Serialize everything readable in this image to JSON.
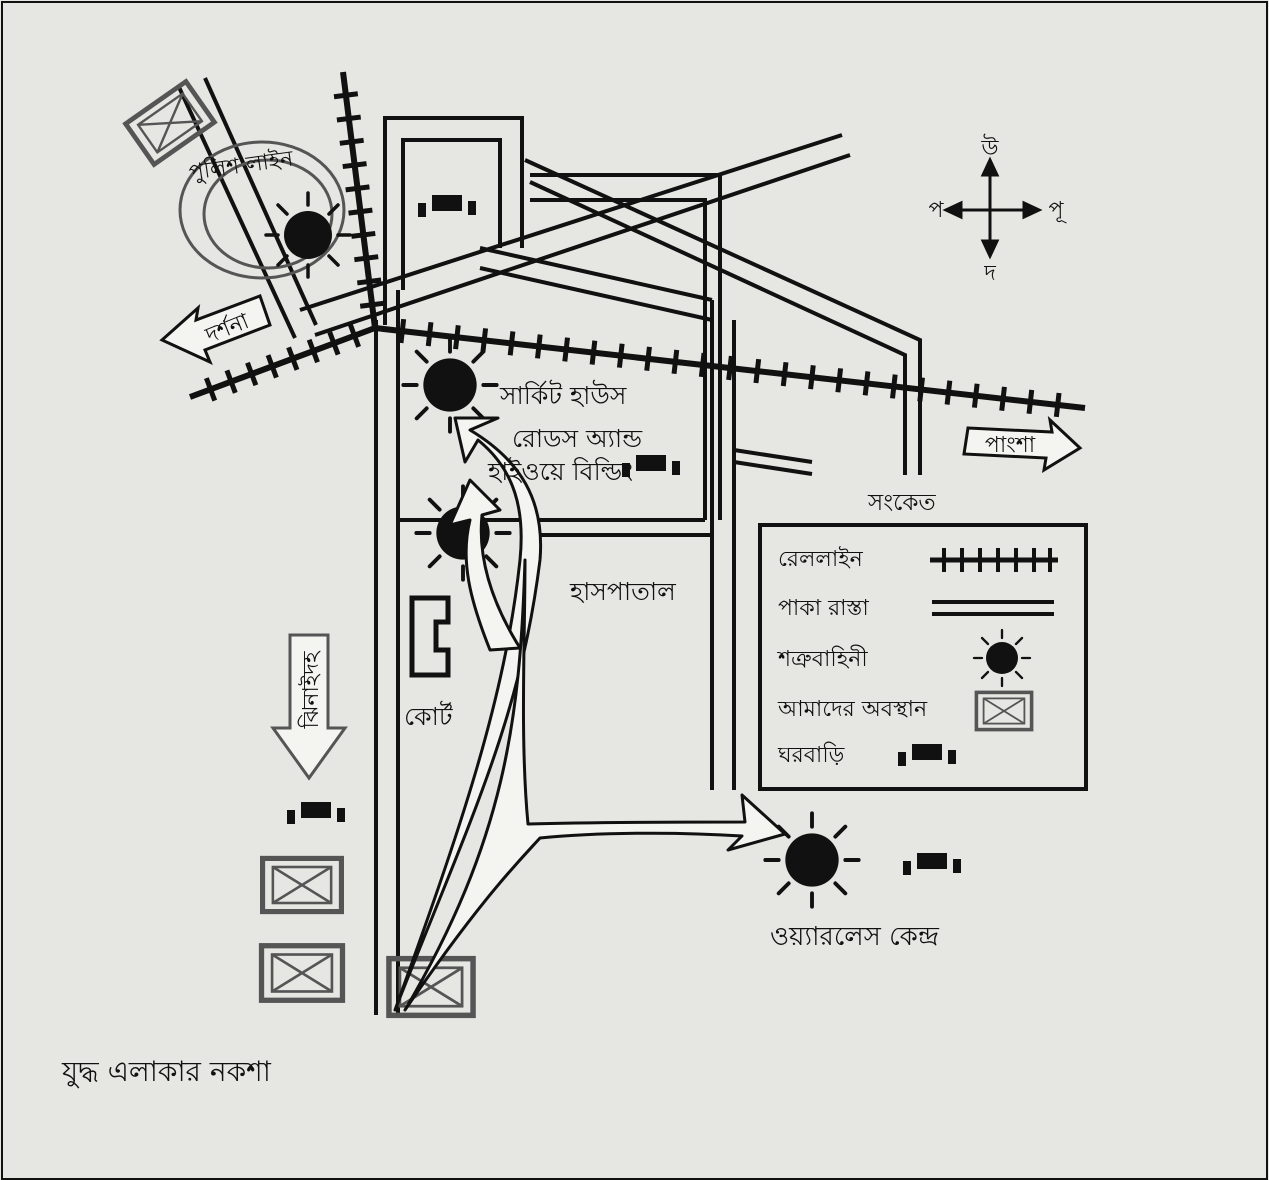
{
  "map": {
    "caption": "যুদ্ধ এলাকার নকশা",
    "compass": {
      "north": "উ",
      "south": "দ",
      "east": "পূ",
      "west": "প"
    },
    "places": {
      "police_lines": "পুলিশ লাইন",
      "circuit_house": "সার্কিট হাউস",
      "roads_highway_line1": "রোডস অ্যান্ড",
      "roads_highway_line2": "হাইওয়ে বিল্ডিং",
      "hospital": "হাসপাতাল",
      "court": "কোর্ট",
      "wireless_center": "ওয়্যারলেস কেন্দ্র"
    },
    "directions": {
      "darshana": "দর্শনা",
      "pangsha": "পাংশা",
      "jhenaidah": "ঝিনাইদহ"
    },
    "legend": {
      "title": "সংকেত",
      "items": [
        {
          "label": "রেললাইন",
          "symbol": "railway"
        },
        {
          "label": "পাকা রাস্তা",
          "symbol": "paved-road"
        },
        {
          "label": "শত্রুবাহিনী",
          "symbol": "enemy-force"
        },
        {
          "label": "আমাদের অবস্থান",
          "symbol": "our-position"
        },
        {
          "label": "ঘরবাড়ি",
          "symbol": "houses"
        }
      ]
    },
    "colors": {
      "ink": "#111111",
      "paper": "#e6e6e2",
      "position_box": "#555555"
    }
  }
}
